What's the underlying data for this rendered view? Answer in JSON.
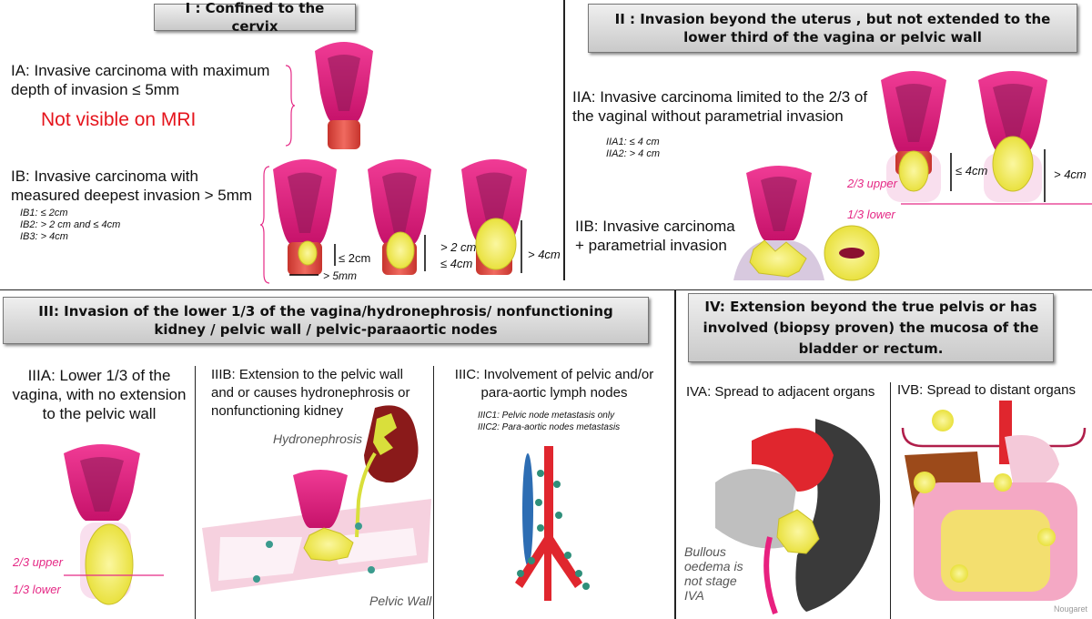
{
  "stage1": {
    "title": "I : Confined to the cervix",
    "ia": "IA: Invasive carcinoma with maximum depth of invasion ≤ 5mm",
    "ia_line1": "IA: Invasive carcinoma with maximum",
    "ia_line2": "depth of invasion ≤ 5mm",
    "not_visible": "Not visible on MRI",
    "ib_line1": "IB: Invasive carcinoma with",
    "ib_line2": "measured deepest invasion > 5mm",
    "ib1": "IB1: ≤ 2cm",
    "ib2": "IB2: > 2 cm and ≤ 4cm",
    "ib3": "IB3: >  4cm",
    "m_2cm": "≤ 2cm",
    "m_5mm": "> 5mm",
    "m_gt2cm": "> 2 cm",
    "m_le4cm": "≤ 4cm",
    "m_gt4cm": "> 4cm"
  },
  "stage2": {
    "title_line1": "II : Invasion beyond the uterus , but not extended to the",
    "title_line2": "lower third of the vagina or pelvic wall",
    "iia_line1": "IIA: Invasive carcinoma limited to the 2/3 of",
    "iia_line2": "the vaginal without parametrial invasion",
    "iia1": "IIA1: ≤ 4 cm",
    "iia2": "IIA2: > 4 cm",
    "m_le4": "≤ 4cm",
    "m_gt4": "> 4cm",
    "upper": "2/3 upper",
    "lower": "1/3 lower",
    "iib_line1": "IIB: Invasive carcinoma",
    "iib_line2": "+ parametrial invasion"
  },
  "stage3": {
    "title_line1": "III: Invasion of the lower 1/3 of the vagina/hydronephrosis/ nonfunctioning",
    "title_line2": "kidney / pelvic wall / pelvic-paraaortic nodes",
    "iiia_line1": "IIIA: Lower 1/3 of the",
    "iiia_line2": "vagina, with no extension",
    "iiia_line3": "to the pelvic wall",
    "upper": "2/3 upper",
    "lower": "1/3 lower",
    "iiib_line1": "IIIB: Extension to the pelvic wall",
    "iiib_line2": "and or causes hydronephrosis or",
    "iiib_line3": "nonfunctioning  kidney",
    "hydronephrosis": "Hydronephrosis",
    "pelvic_wall": "Pelvic Wall",
    "iiic_line1": "IIIC: Involvement  of pelvic  and/or",
    "iiic_line2": "para-aortic lymph nodes",
    "iiic1": "IIIC1: Pelvic node metastasis only",
    "iiic2": "IIIC2: Para-aortic nodes metastasis"
  },
  "stage4": {
    "title_line1": "IV: Extension beyond the true pelvis or has",
    "title_line2": "involved (biopsy proven) the mucosa of the",
    "title_line3": "bladder or rectum.",
    "iva": "IVA: Spread to adjacent organs",
    "ivb": "IVB: Spread to distant organs",
    "bullous_1": "Bullous",
    "bullous_2": "oedema is",
    "bullous_3": "not stage",
    "bullous_4": "IVA",
    "credit": "Nougaret"
  },
  "colors": {
    "uterus": "#e8207f",
    "cervix": "#e0463c",
    "tumor": "#f2ec5a",
    "annotation": "#e52a86",
    "alert": "#e5141c",
    "vessel": "#e0262e"
  }
}
